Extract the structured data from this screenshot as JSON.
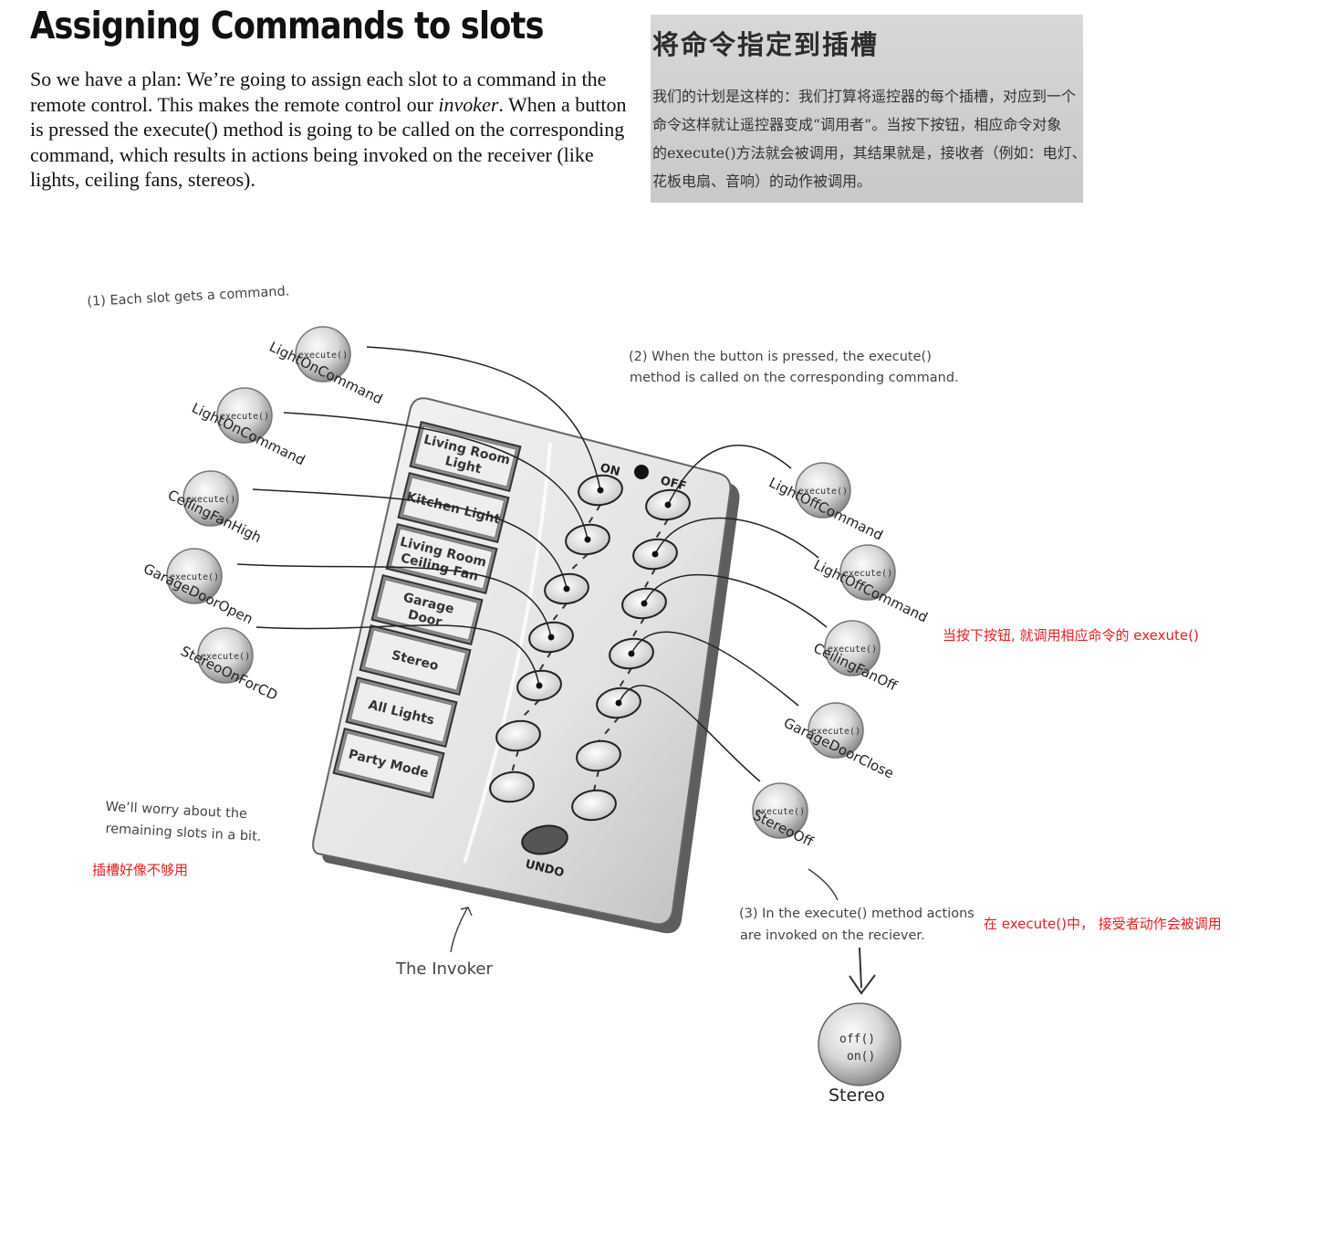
{
  "header": {
    "title": "Assigning Commands to slots",
    "intro_before": "So we have a plan: We’re going to assign each slot to a command in the remote control.  This makes the remote control our ",
    "intro_italic": "invoker",
    "intro_after": ". When a button is pressed the execute() method is going to be called on the corresponding command, which results in actions being invoked on the receiver (like lights, ceiling fans, stereos)."
  },
  "translation_scan": {
    "title": "将命令指定到插槽",
    "lines": [
      "我们的计划是这样的：我们打算将遥控器的每个插槽，对应到一个",
      "命令这样就让遥控器变成“调用者”。当按下按钮，相应命令对象",
      "的execute()方法就会被调用，其结果就是，接收者（例如：电灯、天",
      "花板电扇、音响）的动作被调用。"
    ]
  },
  "annotations": {
    "step1": "(1) Each slot gets a command.",
    "step2_line1": "(2) When the button is pressed, the execute()",
    "step2_line2": "method is called on the corresponding command.",
    "step3_line1": "(3) In the execute() method actions",
    "step3_line2": "are invoked on the reciever.",
    "remaining_line1": "We’ll worry about the",
    "remaining_line2": "remaining slots in a bit.",
    "invoker_label": "The Invoker"
  },
  "notes": {
    "slots_note": "插槽好像不够用",
    "button_note": "当按下按钮, 就调用相应命令的 exexute()",
    "execute_note": "在 execute()中， 接受者动作会被调用"
  },
  "remote": {
    "on_label": "ON",
    "off_label": "OFF",
    "undo_label": "UNDO",
    "slot_labels": [
      [
        "Living Room",
        "Light"
      ],
      [
        "Kitchen Light"
      ],
      [
        "Living Room",
        "Ceiling Fan"
      ],
      [
        "Garage",
        "Door"
      ],
      [
        "Stereo"
      ],
      [
        "All Lights"
      ],
      [
        "Party Mode"
      ]
    ]
  },
  "commands": {
    "method_label": "execute()",
    "on_commands": [
      "LightOnCommand",
      "LightOnCommand",
      "CeilingFanHigh",
      "GarageDoorOpen",
      "StereoOnForCD"
    ],
    "off_commands": [
      "LightOffCommand",
      "LightOffCommand",
      "CeilingFanOff",
      "GarageDoorClose",
      "StereoOff"
    ]
  },
  "receiver": {
    "name": "Stereo",
    "methods": [
      "off()",
      "on()"
    ]
  }
}
